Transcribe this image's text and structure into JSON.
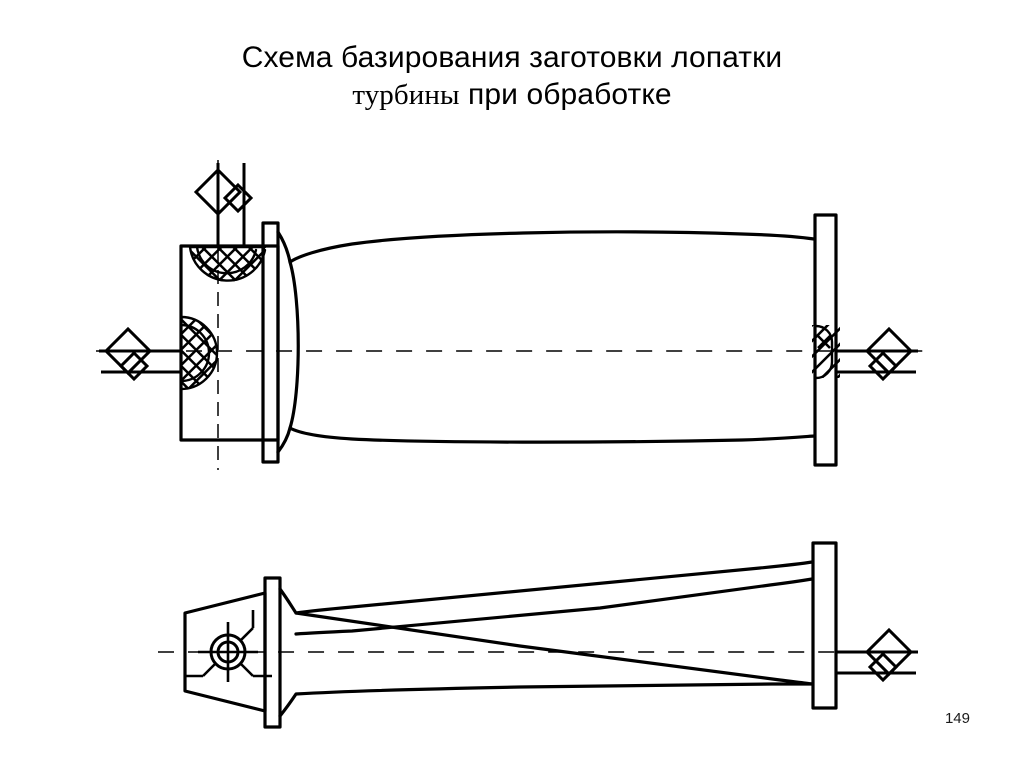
{
  "slide": {
    "title": {
      "line1": "Схема базирования заготовки лопатки",
      "line2_serif": "турбины",
      "line2_rest": " при обработке"
    },
    "page_number": "149",
    "background_color": "#ffffff",
    "ink_color": "#000000"
  },
  "diagram": {
    "description": "Схема базирования заготовки лопатки турбины при обработке",
    "views": [
      {
        "name": "Вид сбоку (продольное сечение)",
        "id": "top-view",
        "elements": [
          "хвостовик-заготовки",
          "полка-левая",
          "перо-лопатки",
          "полка-правая",
          "установочная-выемка-верхняя",
          "установочная-выемка-левая",
          "центровое-гнездо-правое",
          "ось-симметрии"
        ]
      },
      {
        "name": "Вид сверху (план)",
        "id": "bottom-view",
        "elements": [
          "хвостовик-трапеция",
          "полка-левая",
          "закрученное-перо",
          "полка-правая",
          "установочный-палец",
          "ось-симметрии"
        ]
      }
    ],
    "symbols": [
      {
        "id": "support-top",
        "label": "Опорная точка (вертикальная)",
        "orientation": "vertical",
        "view": "top-view"
      },
      {
        "id": "support-left",
        "label": "Опорная точка (горизонтальная, слева)",
        "orientation": "horizontal-left",
        "view": "top-view"
      },
      {
        "id": "support-right",
        "label": "Опорная точка (горизонтальная, справа)",
        "orientation": "horizontal-right",
        "view": "top-view"
      },
      {
        "id": "support-bottom-right",
        "label": "Опорная точка (горизонтальная, справа)",
        "orientation": "horizontal-right",
        "view": "bottom-view"
      },
      {
        "id": "clamp-circle",
        "label": "Установочный палец с зажимом",
        "orientation": "radial",
        "view": "bottom-view"
      }
    ]
  }
}
